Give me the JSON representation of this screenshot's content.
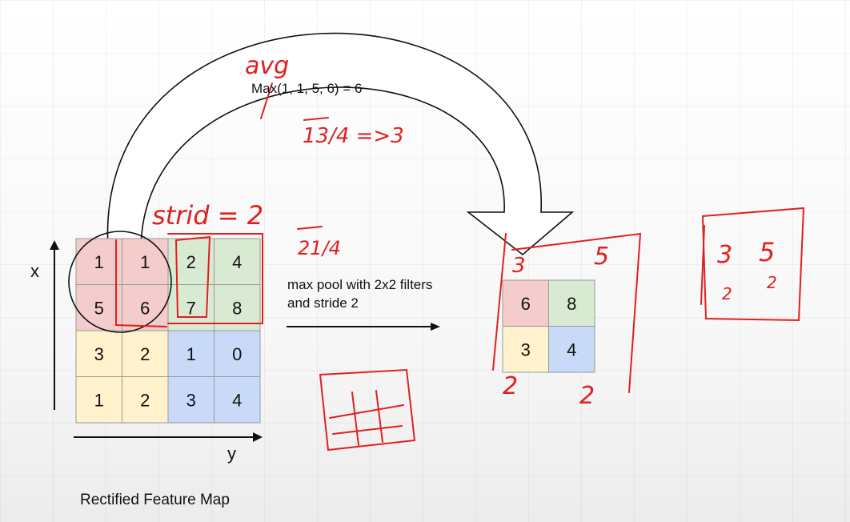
{
  "diagram": {
    "formula": "Max(1, 1, 5, 6) = 6",
    "axis_x_label": "x",
    "axis_y_label": "y",
    "caption": "Rectified Feature Map",
    "operation_line1": "max pool with 2x2 filters",
    "operation_line2": "and stride 2",
    "input_matrix": [
      [
        "1",
        "1",
        "2",
        "4"
      ],
      [
        "5",
        "6",
        "7",
        "8"
      ],
      [
        "3",
        "2",
        "1",
        "0"
      ],
      [
        "1",
        "2",
        "3",
        "4"
      ]
    ],
    "output_matrix": [
      [
        "6",
        "8"
      ],
      [
        "3",
        "4"
      ]
    ],
    "colors": {
      "red_quadrant": "#f4cccc",
      "green_quadrant": "#d9ead3",
      "yellow_quadrant": "#fff2cc",
      "blue_quadrant": "#c9daf8",
      "annotation_red": "#e02020"
    }
  },
  "annotations": {
    "avg": "avg",
    "fraction_13_4": "13/4 =>3",
    "stride_note": "strid = 2",
    "fraction_21_4": "21/4",
    "out_top_left": "3",
    "out_top_right": "5",
    "out_bottom_left": "2",
    "out_bottom_right": "2",
    "mini_matrix": [
      "3",
      "5",
      "2",
      "2"
    ]
  }
}
